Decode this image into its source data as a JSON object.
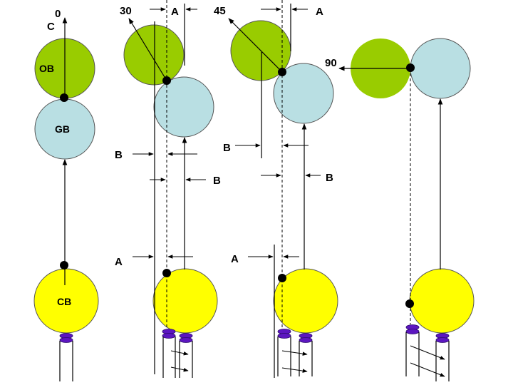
{
  "title": "Orbital/Golgi/Cell body rotation diagram",
  "colors": {
    "ob": "#99cc00",
    "gb": "#b9dfe3",
    "cb": "#ffff00",
    "disc": "#5c16c0",
    "line": "#000000"
  },
  "panels": [
    {
      "angle_label": "0",
      "axis_label": "C",
      "ob_label": "OB",
      "gb_label": "GB",
      "cb_label": "CB"
    },
    {
      "angle_label": "30",
      "dim_labels": {
        "top": "A",
        "upper_b_left": "B",
        "upper_b_right": "B",
        "lower": "A"
      }
    },
    {
      "angle_label": "45",
      "dim_labels": {
        "top": "A",
        "upper_b_left": "B",
        "upper_b_right": "B",
        "lower": "A"
      }
    },
    {
      "angle_label": "90"
    }
  ]
}
